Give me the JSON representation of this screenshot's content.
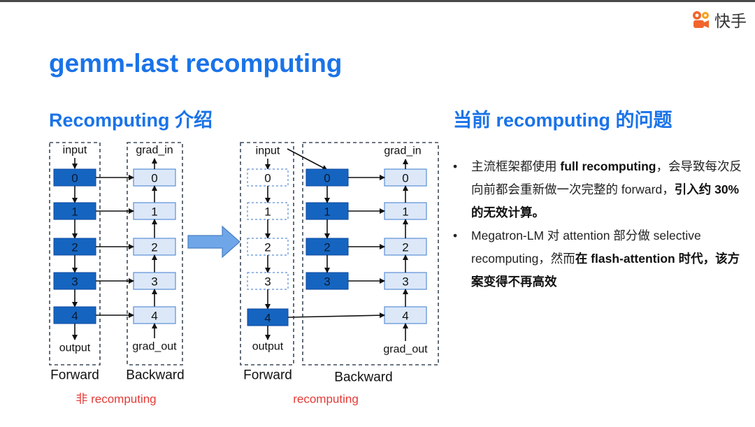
{
  "brand": {
    "name": "快手",
    "icon": "kuaishou-logo-icon",
    "colors": [
      "#f2652b",
      "#f7a21b"
    ]
  },
  "title": "gemm-last recomputing",
  "left_heading": "Recomputing 介绍",
  "right_heading": "当前 recomputing 的问题",
  "diagram": {
    "layers": [
      "0",
      "1",
      "2",
      "3",
      "4"
    ],
    "fwd_in": "input",
    "fwd_out": "output",
    "bwd_in": "grad_in",
    "bwd_out": "grad_out",
    "forward_label": "Forward",
    "backward_label": "Backward",
    "left_caption": "非 recomputing",
    "right_caption": "recomputing",
    "colors": {
      "active": "#1565c0",
      "grad": "#dce8f8",
      "caption": "#e53935",
      "arrow": "#6fa6e8"
    }
  },
  "bullets": [
    {
      "parts": [
        {
          "t": "主流框架都使用 ",
          "b": false
        },
        {
          "t": "full recomputing",
          "b": true
        },
        {
          "t": "，会导致每次反向前都会重新做一次完整的 forward，",
          "b": false
        },
        {
          "t": "引入约 30% 的无效计算。",
          "b": true
        }
      ]
    },
    {
      "parts": [
        {
          "t": "Megatron-LM 对 attention 部分做 selective recomputing，然而",
          "b": false
        },
        {
          "t": "在 flash-attention 时代，该方案变得不再高效",
          "b": true
        }
      ]
    }
  ]
}
